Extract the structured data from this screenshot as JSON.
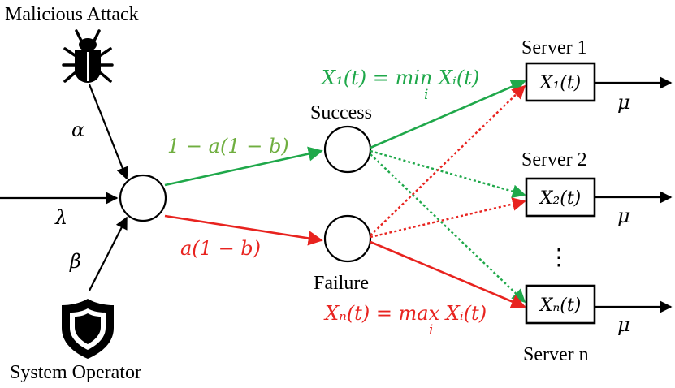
{
  "labels": {
    "malicious_attack": "Malicious Attack",
    "system_operator": "System Operator",
    "success": "Success",
    "failure": "Failure",
    "alpha": "α",
    "beta": "β",
    "lambda": "λ",
    "mu": "μ",
    "vdots": "⋮",
    "success_rate": "1 − a(1 − b)",
    "failure_rate": "a(1 − b)",
    "success_rule": "X₁(t) = min Xᵢ(t)",
    "success_rule_sub": "i",
    "failure_rule": "Xₙ(t) = max Xᵢ(t)",
    "failure_rule_sub": "i"
  },
  "servers": [
    {
      "title": "Server 1",
      "state": "X₁(t)"
    },
    {
      "title": "Server 2",
      "state": "X₂(t)"
    },
    {
      "title": "Server n",
      "state": "Xₙ(t)"
    }
  ],
  "colors": {
    "success": "#1fa84a",
    "success_text": "#6fae3f",
    "failure": "#e8231f",
    "ink": "#000000"
  },
  "icons": [
    "bug-icon",
    "shield-icon"
  ]
}
